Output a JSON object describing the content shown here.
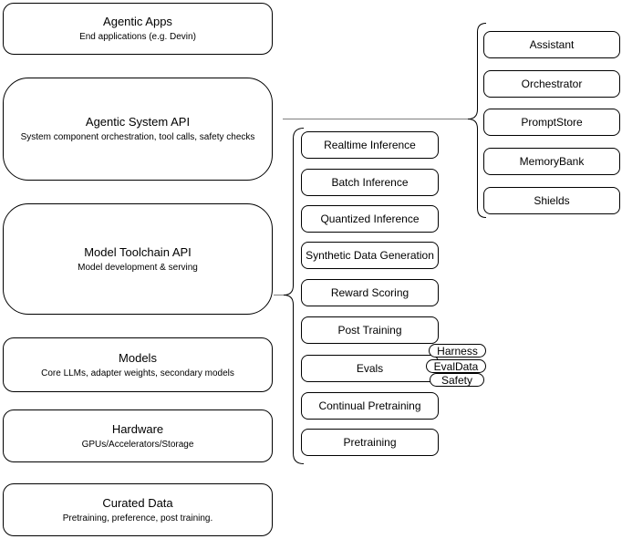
{
  "diagram": {
    "left_column": [
      {
        "title": "Agentic Apps",
        "subtitle": "End applications (e.g. Devin)"
      },
      {
        "title": "Agentic System API",
        "subtitle": "System component orchestration, tool calls, safety checks"
      },
      {
        "title": "Model Toolchain API",
        "subtitle": "Model development & serving"
      },
      {
        "title": "Models",
        "subtitle": "Core LLMs, adapter weights, secondary models"
      },
      {
        "title": "Hardware",
        "subtitle": "GPUs/Accelerators/Storage"
      },
      {
        "title": "Curated Data",
        "subtitle": "Pretraining, preference, post training."
      }
    ],
    "toolchain_components": [
      "Realtime Inference",
      "Batch Inference",
      "Quantized Inference",
      "Synthetic Data Generation",
      "Reward Scoring",
      "Post Training",
      "Evals",
      "Continual Pretraining",
      "Pretraining"
    ],
    "system_components": [
      "Assistant",
      "Orchestrator",
      "PromptStore",
      "MemoryBank",
      "Shields"
    ],
    "evals_tags": [
      "Harness",
      "EvalData",
      "Safety"
    ],
    "colors": {
      "background": "#ffffff",
      "box_border": "#000000",
      "brace_stroke": "#000000",
      "connector_line": "#7f7f7f"
    }
  }
}
